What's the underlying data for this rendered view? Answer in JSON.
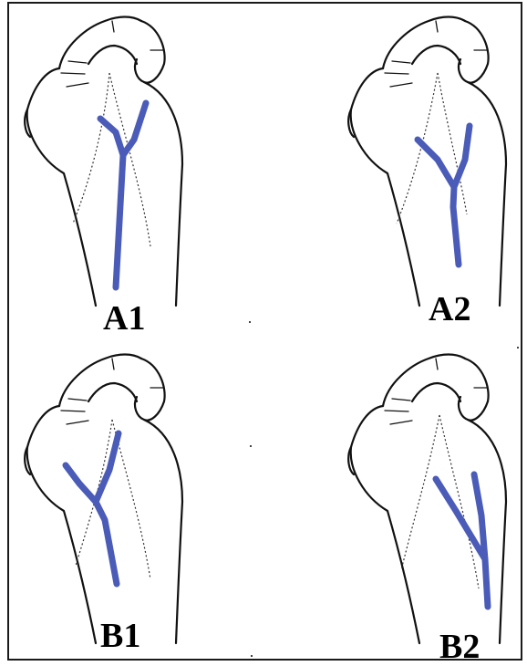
{
  "figure": {
    "panels": [
      {
        "id": "A1",
        "label": "A1"
      },
      {
        "id": "A2",
        "label": "A2"
      },
      {
        "id": "B1",
        "label": "B1"
      },
      {
        "id": "B2",
        "label": "B2"
      }
    ],
    "colors": {
      "vein": "#4a5cb8",
      "outline": "#111111",
      "border": "#1a1a1a"
    }
  }
}
